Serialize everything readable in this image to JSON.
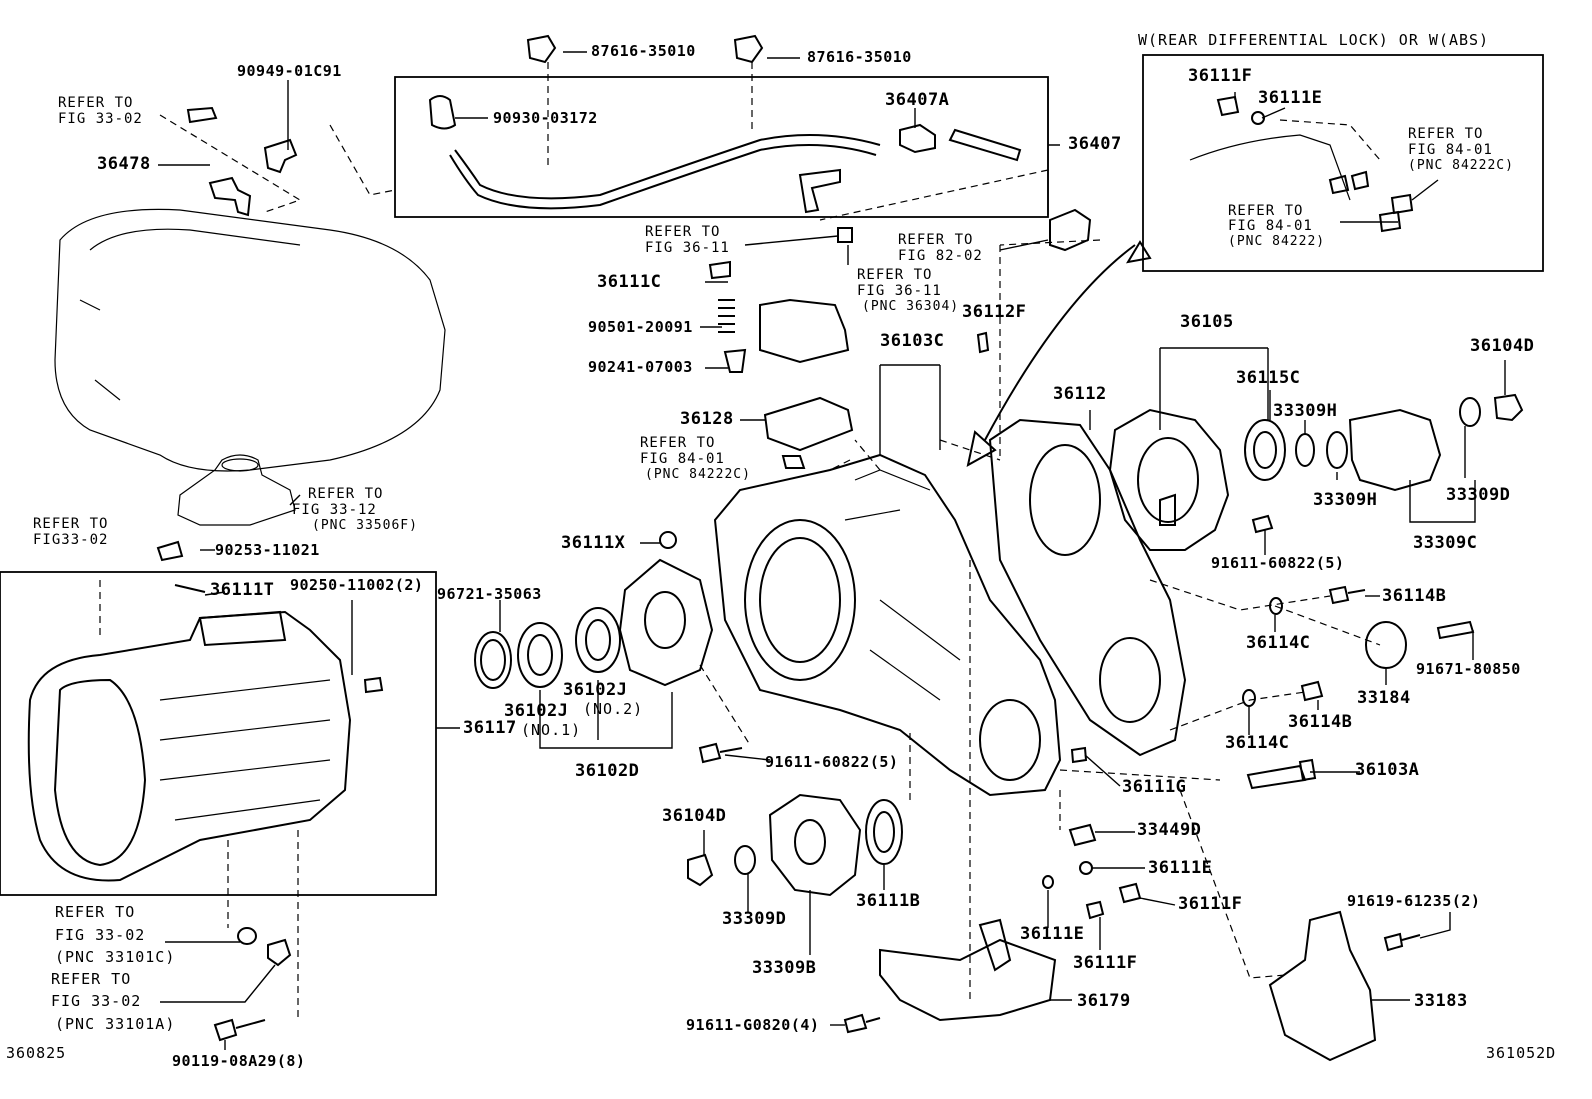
{
  "title": "W(REAR DIFFERENTIAL LOCK) OR W(ABS)",
  "footer": {
    "left": "360825",
    "right": "361052D"
  },
  "labels": {
    "p90949": "90949-01C91",
    "refer_33_02_a1": "REFER TO",
    "refer_33_02_a2": "FIG 33-02",
    "p36478": "36478",
    "p87616_a": "87616-35010",
    "p87616_b": "87616-35010",
    "p90930": "90930-03172",
    "p36407A": "36407A",
    "p36407": "36407",
    "inset_36111F": "36111F",
    "inset_36111E": "36111E",
    "inset_ref1_1": "REFER TO",
    "inset_ref1_2": "FIG 84-01",
    "inset_ref1_3": "(PNC 84222C)",
    "inset_ref2_1": "REFER TO",
    "inset_ref2_2": "FIG 84-01",
    "inset_ref2_3": "(PNC 84222)",
    "ref_36_11_a1": "REFER TO",
    "ref_36_11_a2": "FIG 36-11",
    "ref_82_02_1": "REFER TO",
    "ref_82_02_2": "FIG 82-02",
    "p36111C": "36111C",
    "ref_36_11_b1": "REFER TO",
    "ref_36_11_b2": "FIG 36-11",
    "ref_36_11_b3": "(PNC 36304)",
    "p90501": "90501-20091",
    "p36112F": "36112F",
    "p90241": "90241-07003",
    "p36103C": "36103C",
    "p36105": "36105",
    "p36104D_a": "36104D",
    "p36112": "36112",
    "p36115C": "36115C",
    "p36128": "36128",
    "p33309H_a": "33309H",
    "ref_84_01_1": "REFER TO",
    "ref_84_01_2": "FIG 84-01",
    "ref_84_01_3": "(PNC 84222C)",
    "ref_33_12_1": "REFER TO",
    "ref_33_12_2": "FIG 33-12",
    "ref_33_12_3": "(PNC 33506F)",
    "p33309H_b": "33309H",
    "p33309D_a": "33309D",
    "ref_33_02_b1": "REFER TO",
    "ref_33_02_b2": "FIG33-02",
    "p90253": "90253-11021",
    "p36111X": "36111X",
    "p33309C": "33309C",
    "p91611_a": "91611-60822(5)",
    "p36111T": "36111T",
    "p90250": "90250-11002(2)",
    "p96721": "96721-35063",
    "p36114B_a": "36114B",
    "p36114C_a": "36114C",
    "p91671": "91671-80850",
    "p36102J_no2": "36102J",
    "no2": "(NO.2)",
    "p36102J_no1": "36102J",
    "no1": "(NO.1)",
    "p33184": "33184",
    "p36114B_b": "36114B",
    "p36117": "36117",
    "p36114C_b": "36114C",
    "p36102D": "36102D",
    "p91611_b": "91611-60822(5)",
    "p36103A": "36103A",
    "p36111G": "36111G",
    "p36104D_b": "36104D",
    "p33449D": "33449D",
    "p36111E_a": "36111E",
    "p36111B": "36111B",
    "p36111F_a": "36111F",
    "p91619": "91619-61235(2)",
    "p33309D_b": "33309D",
    "p36111E_b": "36111E",
    "p36111F_b": "36111F",
    "ref_33101C_1": "REFER TO",
    "ref_33101C_2": "FIG 33-02",
    "ref_33101C_3": "(PNC 33101C)",
    "p33309B": "33309B",
    "ref_33101A_1": "REFER TO",
    "ref_33101A_2": "FIG 33-02",
    "ref_33101A_3": "(PNC 33101A)",
    "p36179": "36179",
    "p33183": "33183",
    "p91611_c": "91611-G0820(4)",
    "p90119": "90119-08A29(8)"
  }
}
